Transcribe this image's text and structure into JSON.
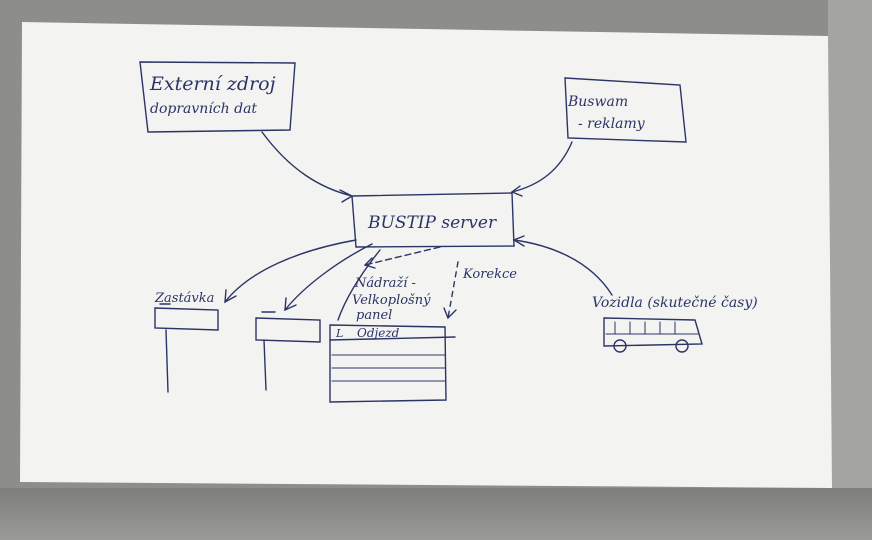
{
  "diagram": {
    "source_box": {
      "line1": "Externí zdroj",
      "line2": "dopravních dat"
    },
    "ads_box": {
      "line1": "Buswam",
      "line2": "- reklamy"
    },
    "server_box": {
      "label": "BUSTIP server"
    },
    "stop_label": "Zastávka",
    "station_label": {
      "line1": "Nádraží -",
      "line2": "Velkoplošný",
      "line3": "panel"
    },
    "correction_label": "Korekce",
    "panel_header": "Odjezd",
    "panel_marker": "L",
    "vehicles_label": "Vozidla (skutečné časy)",
    "ink_color": "#2c3466",
    "paper_color": "#f4f4f2"
  }
}
